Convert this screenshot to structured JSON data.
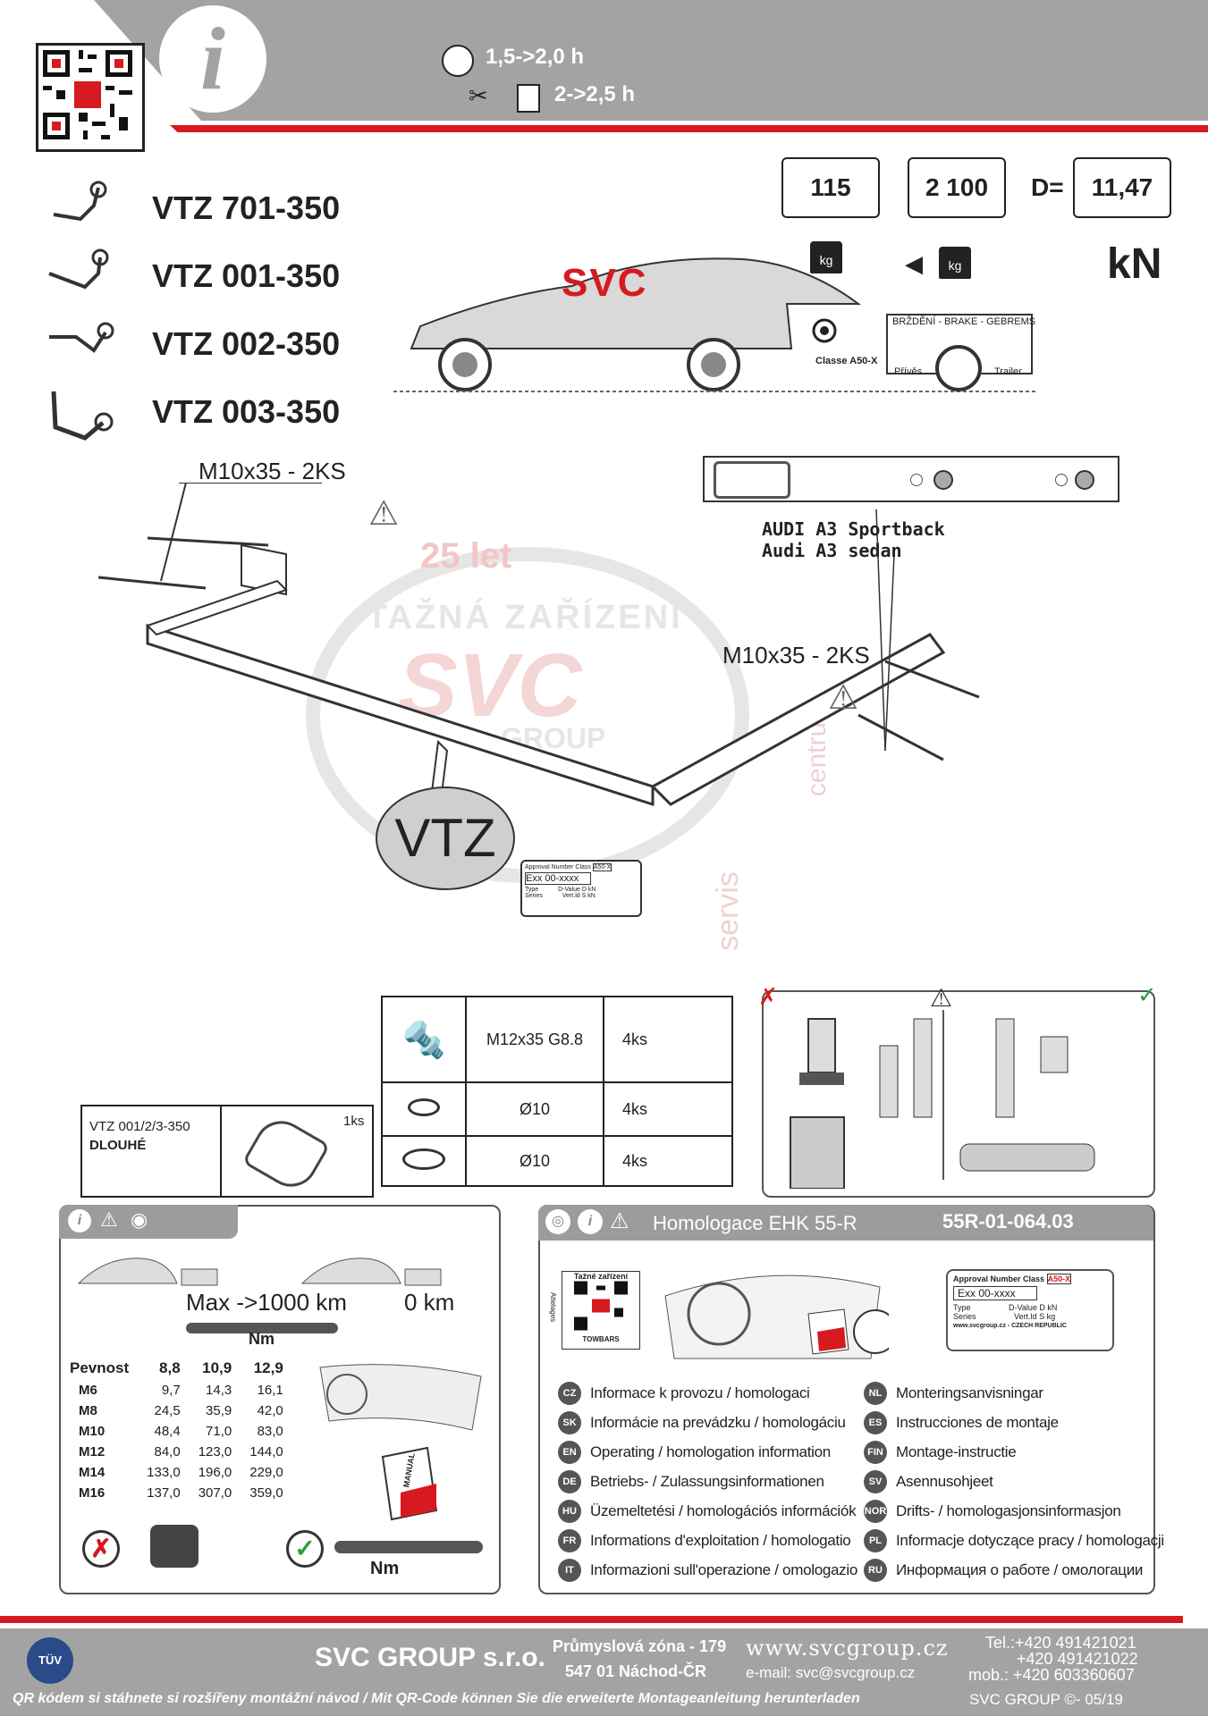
{
  "header": {
    "info_icon": "info-icon",
    "time_1": "1,5->2,0 h",
    "time_2": "2->2,5 h"
  },
  "products": [
    {
      "code": "VTZ 701-350"
    },
    {
      "code": "VTZ 001-350"
    },
    {
      "code": "VTZ 002-350"
    },
    {
      "code": "VTZ 003-350"
    }
  ],
  "specs": {
    "vertical_load": "115",
    "trailer_mass": "2 100",
    "d_label": "D=",
    "d_value": "11,47",
    "unit": "kN",
    "kg": "kg",
    "car_logo": "SVC",
    "trailer_label": "BRŽDĚNÍ - BRAKE - GEBREMS",
    "trailer_sub_1": "Přívěs",
    "trailer_sub_2": "Trailer",
    "class_label": "Classe A50-X"
  },
  "diagram": {
    "bolt_left": "M10x35 - 2KS",
    "bolt_right": "M10x35 - 2KS",
    "vehicle_1": "AUDI A3 Sportback",
    "vehicle_2": "Audi A3 sedan",
    "brand": "VTZ",
    "plate_approval": "Approval Number",
    "plate_class": "Class",
    "plate_class_val": "A50-X",
    "plate_number": "Exx 00-xxxx",
    "plate_type": "Type",
    "plate_dvalue": "D-Value D",
    "plate_kn": "kN",
    "plate_series": "Series",
    "plate_vert": "Vert.ld",
    "plate_s": "S",
    "watermark_1": "25 let",
    "watermark_2": "TAŽNÁ ZAŘÍZENÍ",
    "watermark_3": "GROUP",
    "watermark_4": "servis",
    "watermark_5": "centrum"
  },
  "parts": {
    "bolts": [
      {
        "spec": "M12x35 G8.8",
        "qty": "4ks"
      },
      {
        "spec": "Ø10",
        "qty": "4ks"
      },
      {
        "spec": "Ø10",
        "qty": "4ks"
      }
    ],
    "extra_label_1": "VTZ 001/2/3-350",
    "extra_label_2": "DLOUHÉ",
    "extra_qty": "1ks"
  },
  "torque": {
    "max_km": "Max ->1000 km",
    "zero_km": "0 km",
    "nm": "Nm",
    "header": [
      "Pevnost",
      "8,8",
      "10,9",
      "12,9"
    ],
    "rows": [
      [
        "M6",
        "9,7",
        "14,3",
        "16,1"
      ],
      [
        "M8",
        "24,5",
        "35,9",
        "42,0"
      ],
      [
        "M10",
        "48,4",
        "71,0",
        "83,0"
      ],
      [
        "M12",
        "84,0",
        "123,0",
        "144,0"
      ],
      [
        "M14",
        "133,0",
        "196,0",
        "229,0"
      ],
      [
        "M16",
        "137,0",
        "307,0",
        "359,0"
      ]
    ],
    "manual_label": "MANUAL",
    "nm_bottom": "Nm"
  },
  "homologation": {
    "title": "Homologace EHK 55-R",
    "code": "55R-01-064.03",
    "qr_title": "Tažné zařízení",
    "qr_sub": "TOWBARS",
    "qr_side": "Attelages",
    "plate_number": "Exx 00-xxxx",
    "plate_class": "Class",
    "plate_class_val": "A50-X",
    "plate_approval": "Approval Number",
    "plate_type": "Type",
    "plate_dvalue": "D-Value D",
    "plate_kn": "kN",
    "plate_series": "Series",
    "plate_vert": "Vert.ld",
    "plate_s": "S",
    "plate_kg": "kg",
    "plate_footer": "www.svcgroup.cz - CZECH REPUBLIC",
    "languages_left": [
      {
        "code": "CZ",
        "text": "Informace k provozu  /  homologaci"
      },
      {
        "code": "SK",
        "text": "Informácie na prevádzku / homologáciu"
      },
      {
        "code": "EN",
        "text": "Operating / homologation information"
      },
      {
        "code": "DE",
        "text": "Betriebs- / Zulassungsinformationen"
      },
      {
        "code": "HU",
        "text": "Üzemeltetési / homologációs információk"
      },
      {
        "code": "FR",
        "text": "Informations d'exploitation / homologatio"
      },
      {
        "code": "IT",
        "text": "Informazioni sull'operazione / omologazio"
      }
    ],
    "languages_right": [
      {
        "code": "NL",
        "text": "Monteringsanvisningar"
      },
      {
        "code": "ES",
        "text": "Instrucciones de montaje"
      },
      {
        "code": "FIN",
        "text": "Montage-instructie"
      },
      {
        "code": "SV",
        "text": "Asennusohjeet"
      },
      {
        "code": "NOR",
        "text": "Drifts- / homologasjonsinformasjon"
      },
      {
        "code": "PL",
        "text": "Informacje dotyczące pracy / homologacji"
      },
      {
        "code": "RU",
        "text": "Информация о работе / омологации"
      }
    ]
  },
  "footer": {
    "company": "SVC GROUP s.r.o.",
    "address_1": "Průmyslová zóna - 179",
    "address_2": "547 01 Náchod-ČR",
    "web": "www.svcgroup.cz",
    "email": "e-mail: svc@svcgroup.cz",
    "tel_1": "Tel.:+420 491421021",
    "tel_2": "+420 491421022",
    "tel_3": "mob.: +420 603360607",
    "tuv": "TÜV",
    "qr_note": "QR kódem si stáhnete si rozšířeny montážní návod / Mit QR-Code können Sie die erweiterte Montageanleitung herunterladen",
    "version": "SVC GROUP ©- 05/19"
  },
  "colors": {
    "accent_red": "#d71920",
    "header_gray": "#9a9a9a",
    "dark": "#222222"
  }
}
